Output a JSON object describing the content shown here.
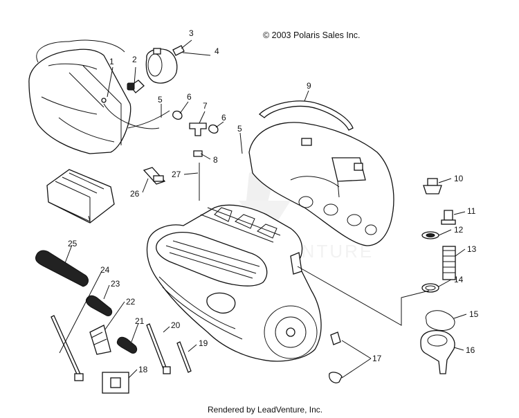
{
  "header": {
    "copyright": "© 2003 Polaris Sales Inc."
  },
  "footer": {
    "rendered_by": "Rendered by LeadVenture, Inc."
  },
  "callouts": [
    "1",
    "2",
    "3",
    "4",
    "5",
    "5",
    "6",
    "6",
    "7",
    "8",
    "9",
    "10",
    "11",
    "12",
    "13",
    "14",
    "15",
    "16",
    "17",
    "18",
    "19",
    "20",
    "21",
    "22",
    "23",
    "24",
    "25",
    "26",
    "27"
  ]
}
